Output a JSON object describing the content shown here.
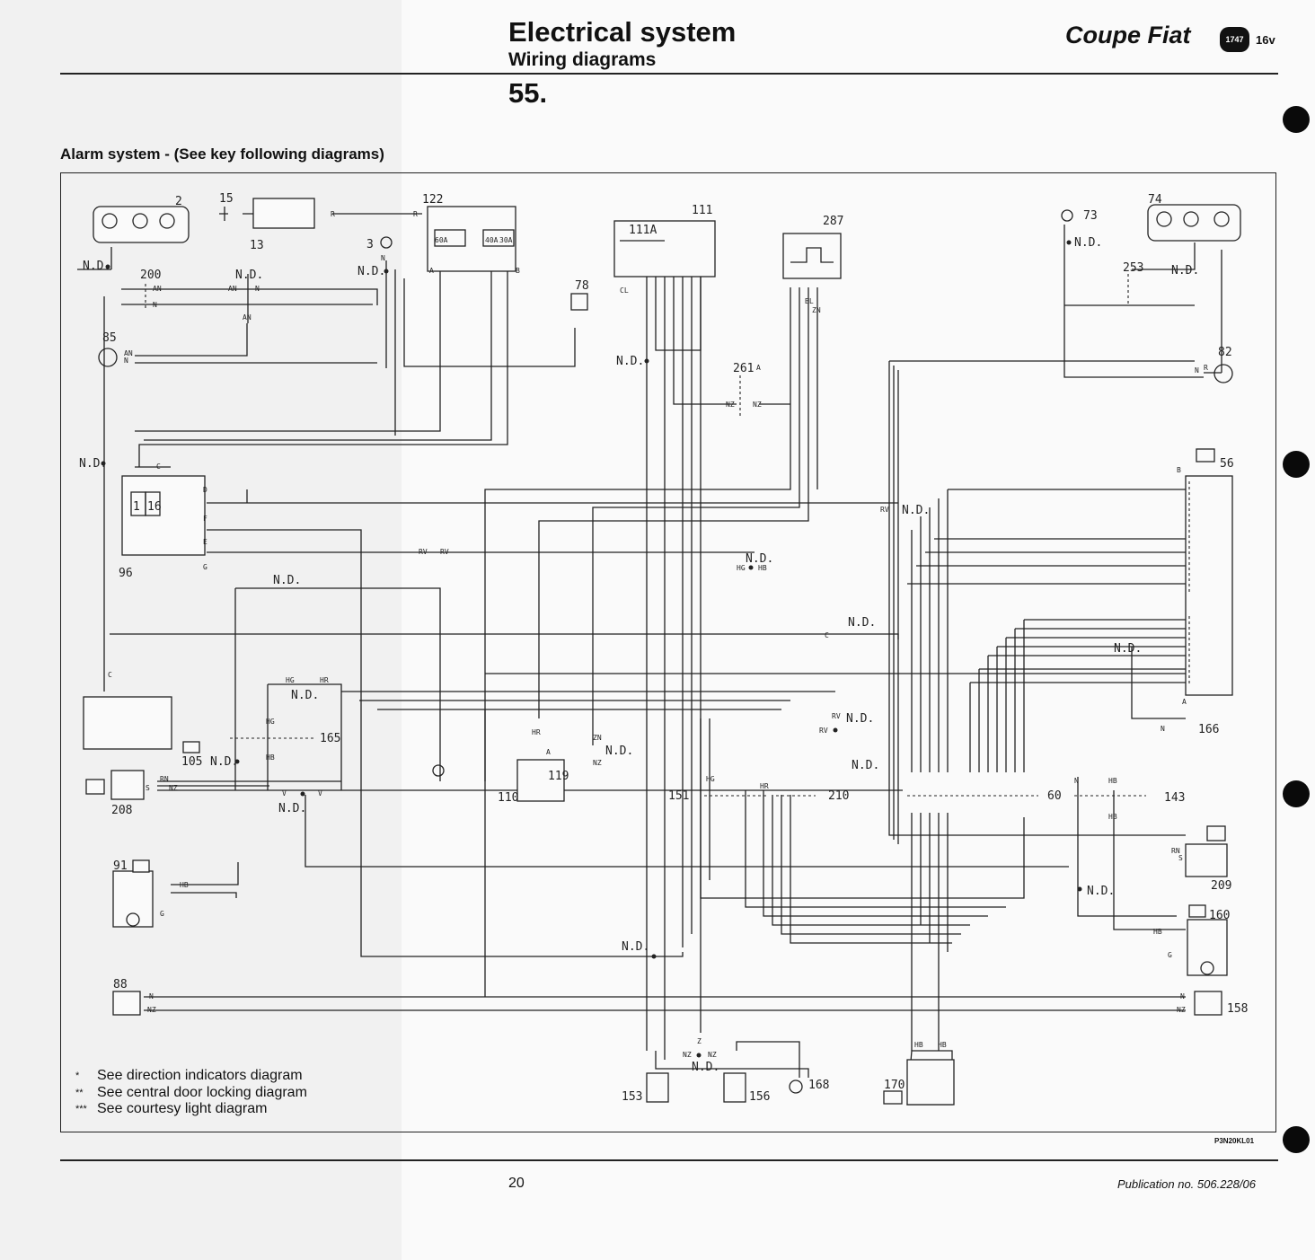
{
  "header": {
    "title": "Electrical system",
    "subtitle": "Wiring diagrams",
    "section": "55.",
    "brand": "Coupe Fiat",
    "badge": "1747",
    "suffix": "16v"
  },
  "caption": "Alarm system - (See key following diagrams)",
  "notes": [
    {
      "mark": "*",
      "text": "See direction indicators diagram"
    },
    {
      "mark": "**",
      "text": "See central door locking diagram"
    },
    {
      "mark": "***",
      "text": "See courtesy light diagram"
    }
  ],
  "diagram_code": "P3N20KL01",
  "footer": {
    "page": "20",
    "publication": "Publication no. 506.228/06"
  },
  "diagram": {
    "components": [
      "2",
      "15",
      "13",
      "122",
      "3",
      "111",
      "111A",
      "287",
      "73",
      "74",
      "200",
      "253",
      "85",
      "78",
      "82",
      "261",
      "56",
      "96",
      "1",
      "16",
      "105",
      "165",
      "208",
      "119",
      "110",
      "151",
      "210",
      "60",
      "143",
      "209",
      "166",
      "91",
      "160",
      "88",
      "158",
      "153",
      "156",
      "168",
      "170"
    ],
    "junction_label": "N.D.",
    "connector_labels": [
      "A",
      "B",
      "C",
      "D",
      "E",
      "F",
      "G"
    ],
    "wire_codes": [
      "N",
      "R",
      "AN",
      "HG",
      "HB",
      "HR",
      "NZ",
      "RN",
      "RV",
      "ZN",
      "BL",
      "V",
      "G",
      "CL",
      "S",
      "C",
      "Z"
    ],
    "fuse_labels": [
      "60A",
      "40A",
      "30A"
    ]
  }
}
